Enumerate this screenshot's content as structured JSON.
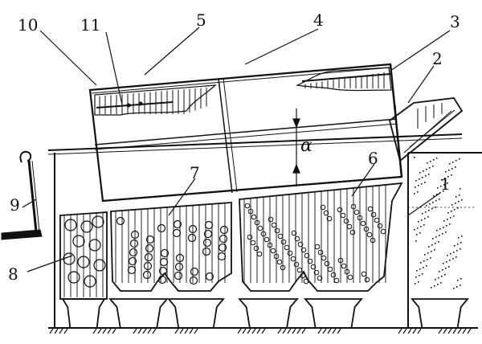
{
  "labels": {
    "l1": "1",
    "l2": "2",
    "l3": "3",
    "l4": "4",
    "l5": "5",
    "l6": "6",
    "l7": "7",
    "l8": "8",
    "l9": "9",
    "l10": "10",
    "l11": "11",
    "alpha": "α"
  },
  "colors": {
    "ink": "#111111",
    "paper": "#ffffff"
  }
}
